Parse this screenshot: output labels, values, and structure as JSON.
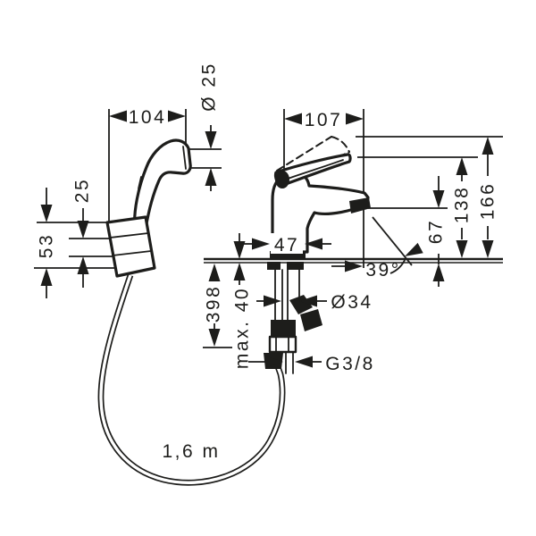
{
  "page": {
    "background": "#ffffff"
  },
  "drawing": {
    "type": "technical-dimension-drawing",
    "subject": "basin mixer with hand shower set",
    "line_color": "#1d1d1b",
    "labels": {
      "hand_shower_width": "104",
      "head_diameter": "Ø 25",
      "holder_inner": "25",
      "holder_height": "53",
      "faucet_depth": "107",
      "height_overall": "166",
      "height_lever": "138",
      "height_spout": "67",
      "base_width": "47",
      "spout_angle": "39°",
      "length_below_counter": "398",
      "max_counter_thickness": "max. 40",
      "tap_hole_diameter": "Ø34",
      "thread": "G3/8",
      "hose_length": "1,6 m"
    }
  }
}
